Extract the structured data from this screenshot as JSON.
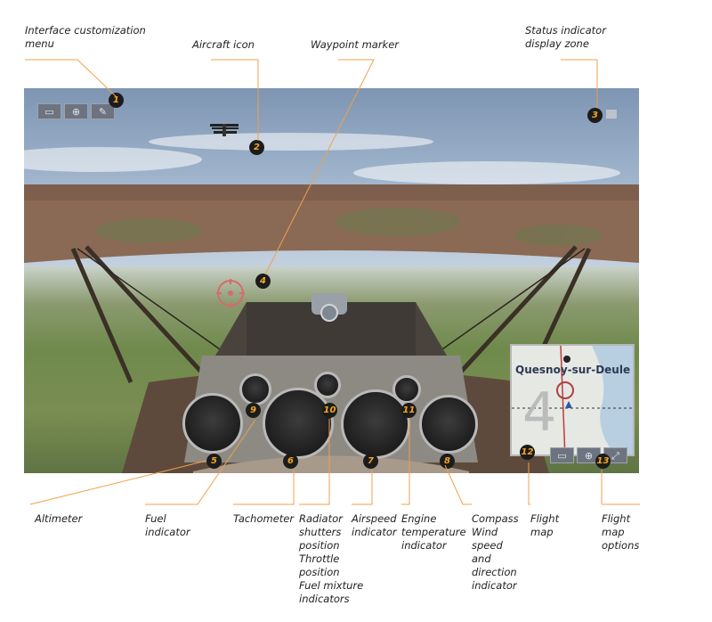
{
  "callouts": [
    {
      "num": "1",
      "label": "Interface customization\nmenu"
    },
    {
      "num": "2",
      "label": "Aircraft icon"
    },
    {
      "num": "3",
      "label": "Status indicator\ndisplay zone"
    },
    {
      "num": "4",
      "label": "Waypoint marker"
    },
    {
      "num": "5",
      "label": "Altimeter"
    },
    {
      "num": "6",
      "label": "Tachometer"
    },
    {
      "num": "7",
      "label": "Airspeed\nindicator"
    },
    {
      "num": "8",
      "label": "Compass\nWind\nspeed\nand\ndirection\nindicator"
    },
    {
      "num": "9",
      "label": "Fuel\nindicator"
    },
    {
      "num": "10",
      "label": "Radiator\nshutters\nposition\nThrottle\nposition\nFuel mixture\nindicators"
    },
    {
      "num": "11",
      "label": "Engine\ntemperature\nindicator"
    },
    {
      "num": "12",
      "label": "Flight\nmap"
    },
    {
      "num": "13",
      "label": "Flight\nmap\noptions"
    }
  ],
  "map": {
    "place_name": "Quesnoy-sur-Deule"
  },
  "toolbar_icons": [
    "map-icon",
    "target-icon",
    "wrench-icon"
  ],
  "map_option_icons": [
    "map-icon",
    "target-icon",
    "resize-icon"
  ],
  "colors": {
    "accent": "#f6a623",
    "badge_bg": "#1c1c1c",
    "leader": "#f0a04b"
  }
}
